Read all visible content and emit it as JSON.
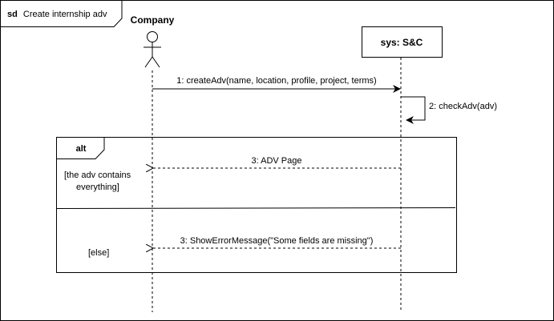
{
  "frame": {
    "keyword": "sd",
    "title": "Create internship adv"
  },
  "participants": {
    "actor": "Company",
    "system": "sys: S&C"
  },
  "messages": {
    "m1": "1: createAdv(name, location, profile, project, terms)",
    "m2": "2: checkAdv(adv)",
    "m3": "3: ADV Page",
    "m4": "3: ShowErrorMessage(\"Some fields are missing\")"
  },
  "alt": {
    "keyword": "alt",
    "guard1_line1": "[the adv contains",
    "guard1_line2": "everything]",
    "guard2": "[else]"
  }
}
